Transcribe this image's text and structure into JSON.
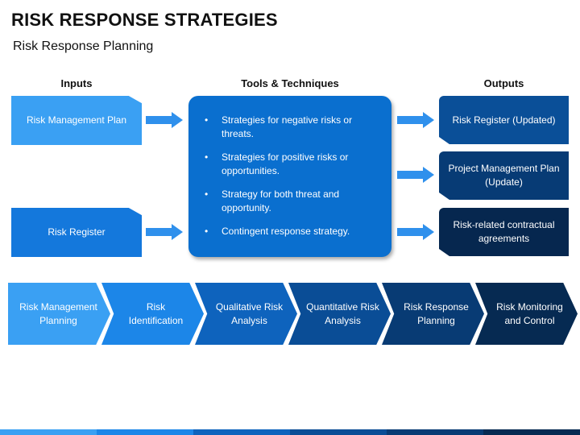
{
  "title": "RISK RESPONSE STRATEGIES",
  "subtitle": "Risk Response Planning",
  "columns": {
    "inputs": "Inputs",
    "tools": "Tools & Techniques",
    "outputs": "Outputs"
  },
  "inputs": [
    {
      "label": "Risk Management Plan",
      "color": "#3aa0f3"
    },
    {
      "label": "Risk Register",
      "color": "#1478dc"
    }
  ],
  "tools": [
    "Strategies for negative risks or threats.",
    "Strategies for positive risks or opportunities.",
    "Strategy for both threat and opportunity.",
    "Contingent response strategy."
  ],
  "outputs": [
    {
      "label": "Risk Register (Updated)",
      "color": "#0a4f98"
    },
    {
      "label": "Project Management Plan (Update)",
      "color": "#073b75"
    },
    {
      "label": "Risk-related contractual agreements",
      "color": "#06274f"
    }
  ],
  "process": [
    {
      "label": "Risk Management Planning",
      "color": "#3aa0f3"
    },
    {
      "label": "Risk Identification",
      "color": "#1c86e8"
    },
    {
      "label": "Qualitative Risk Analysis",
      "color": "#0e63bd"
    },
    {
      "label": "Quantitative Risk Analysis",
      "color": "#0a4d96"
    },
    {
      "label": "Risk Response Planning",
      "color": "#083b74"
    },
    {
      "label": "Risk Monitoring and Control",
      "color": "#062a52"
    }
  ],
  "colors": {
    "tools_box": "#0a6fcf",
    "arrow": "#2f90ec"
  }
}
